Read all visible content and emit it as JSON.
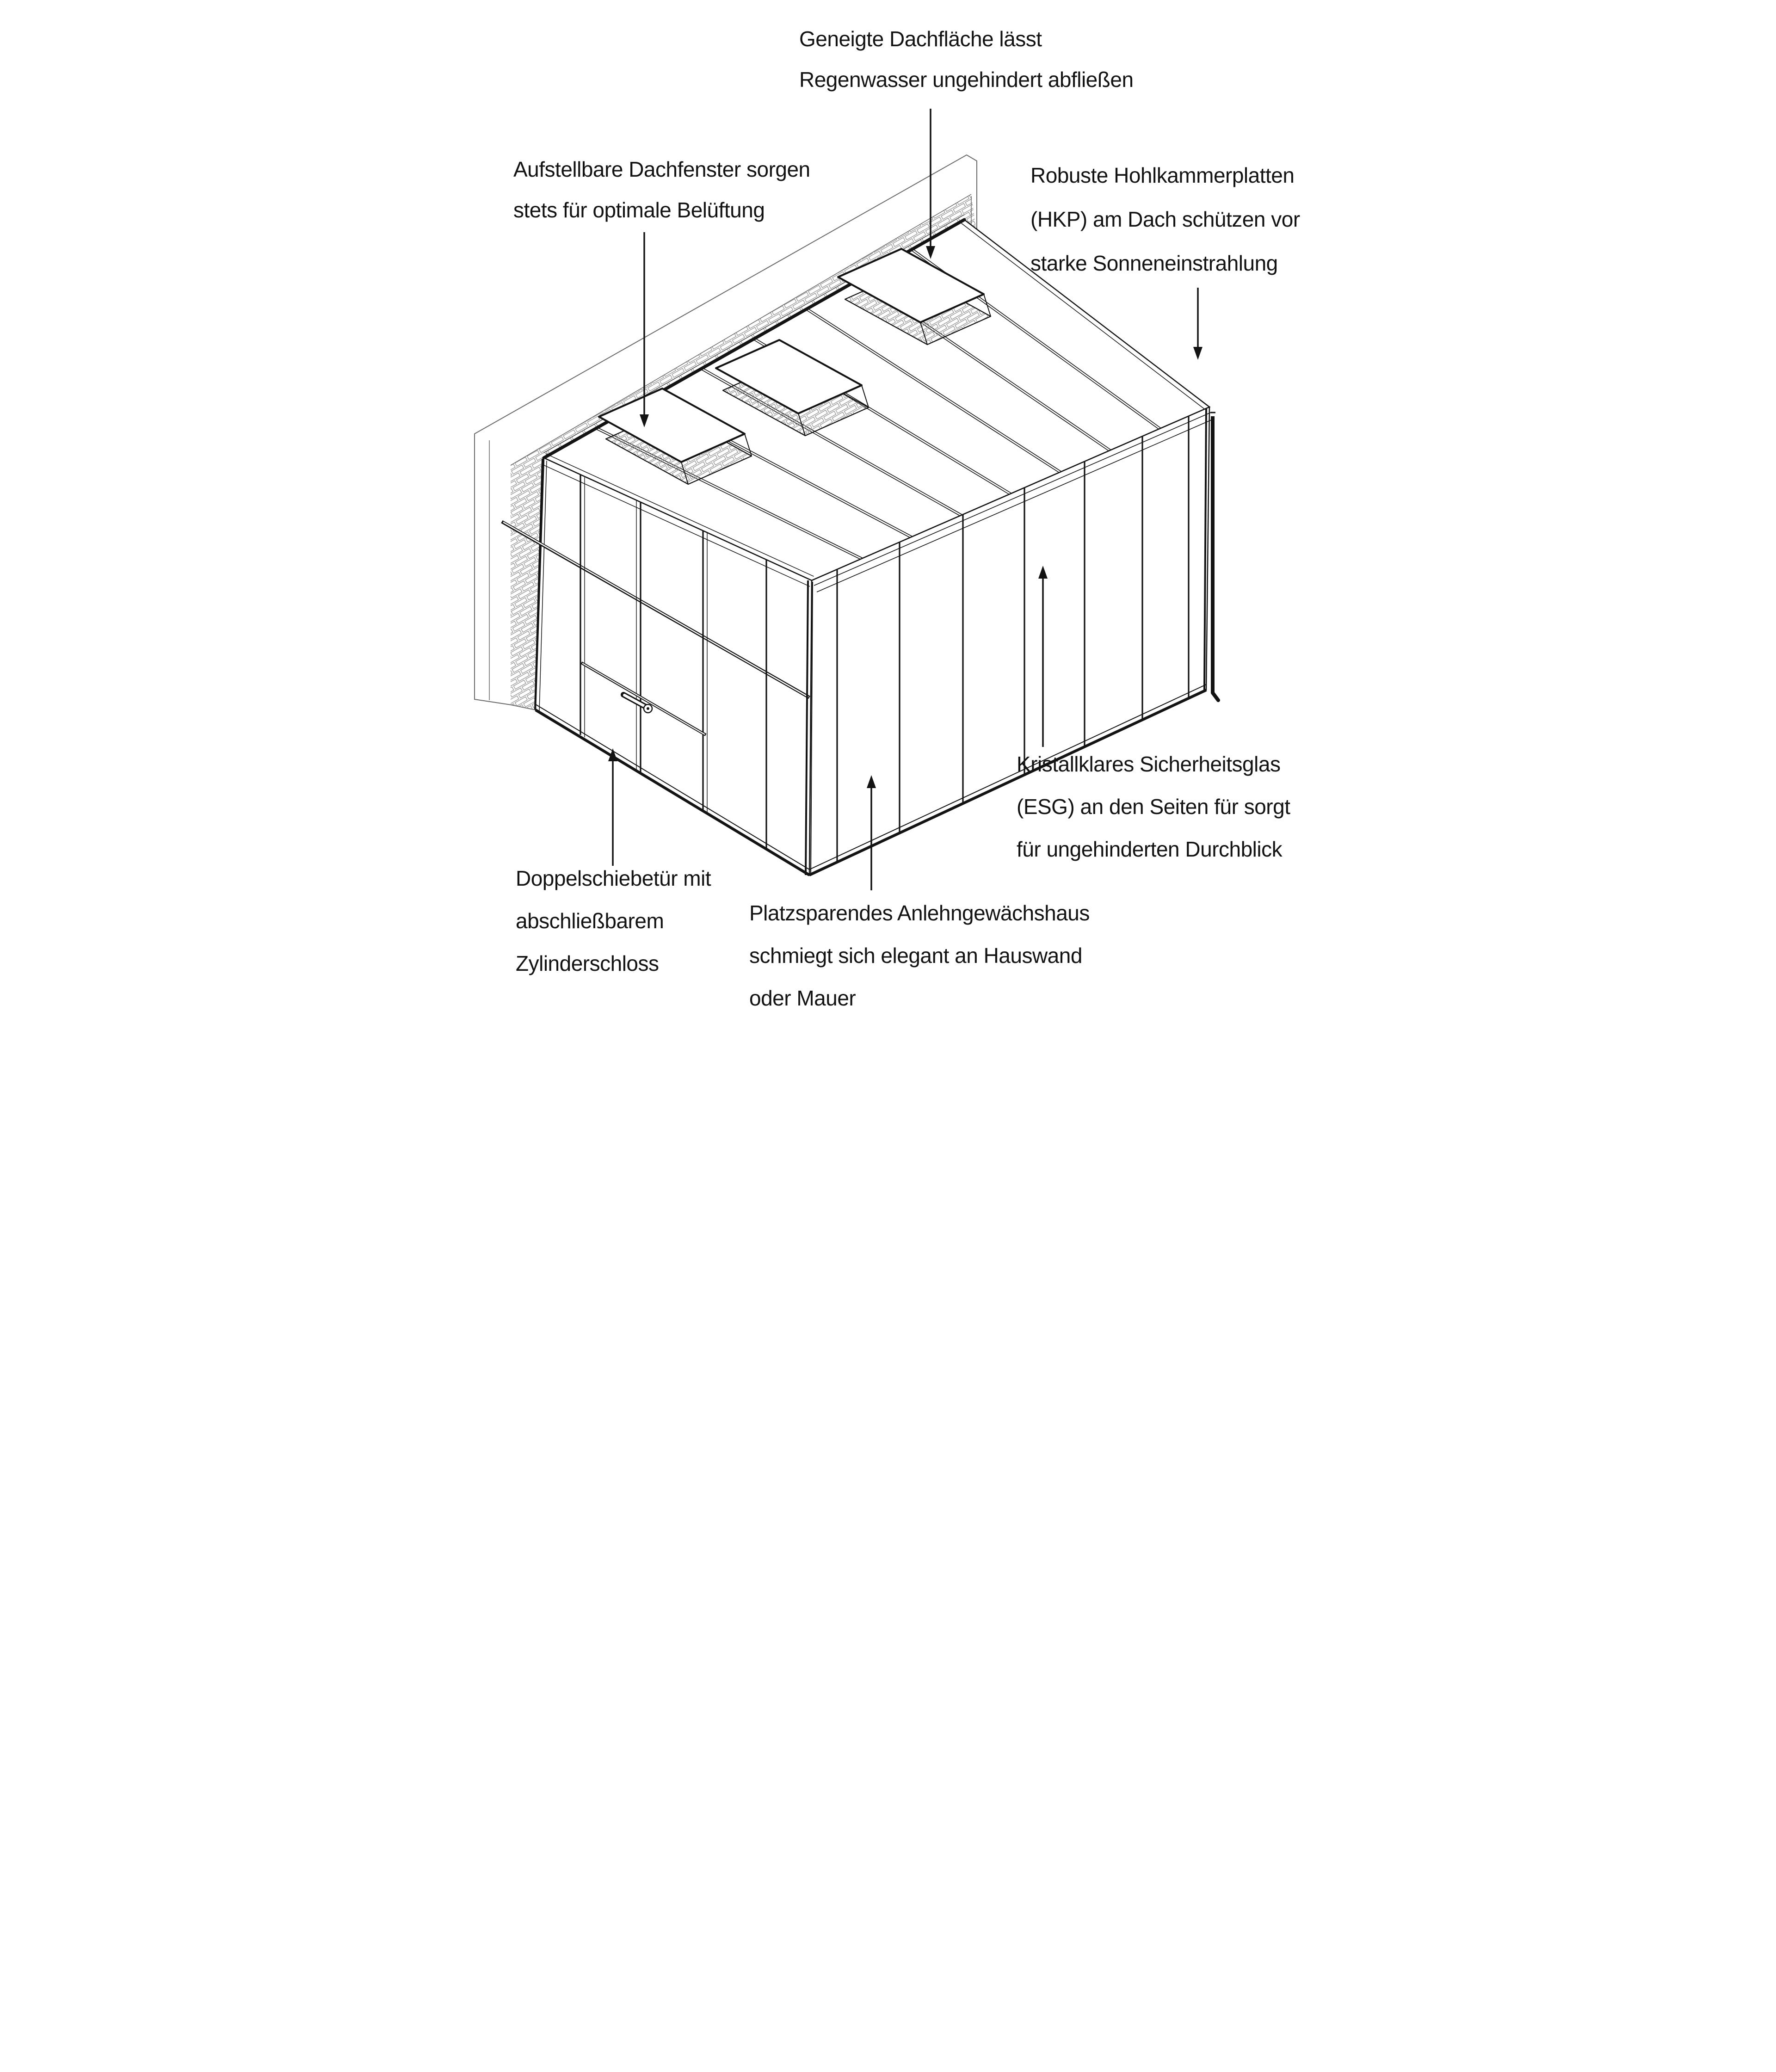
{
  "figure": {
    "subject": "Anlehngewächshaus an Hauswand",
    "style": "isometrische Strichzeichnung",
    "background": "#ffffff"
  },
  "colors": {
    "line": "#131313",
    "wall_outline": "#6a6a6a",
    "brick": "#8f8f8f",
    "surface": "#ffffff"
  },
  "annotations": {
    "roof_slope": {
      "lines": [
        "Geneigte Dachfläche lässt",
        "Regenwasser ungehindert abfließen"
      ],
      "arrow": "down"
    },
    "roof_windows": {
      "lines": [
        "Aufstellbare Dachfenster sorgen",
        "stets für optimale Belüftung"
      ],
      "arrow": "down"
    },
    "roof_panels": {
      "lines": [
        "Robuste Hohlkammerplatten",
        "(HKP) am Dach schützen vor",
        "starke Sonneneinstrahlung"
      ],
      "arrow": "down"
    },
    "side_glazing": {
      "lines": [
        "Kristallklares Sicherheitsglas",
        "(ESG) an den Seiten für sorgt",
        "für ungehinderten Durchblick"
      ],
      "arrow": "up"
    },
    "door": {
      "lines": [
        "Doppelschiebetür mit",
        "abschließbarem",
        "Zylinderschloss"
      ],
      "arrow": "up"
    },
    "footprint": {
      "lines": [
        "Platzsparendes Anlehngewächshaus",
        "schmiegt sich elegant an Hauswand",
        "oder Mauer"
      ],
      "arrow": "up"
    }
  }
}
